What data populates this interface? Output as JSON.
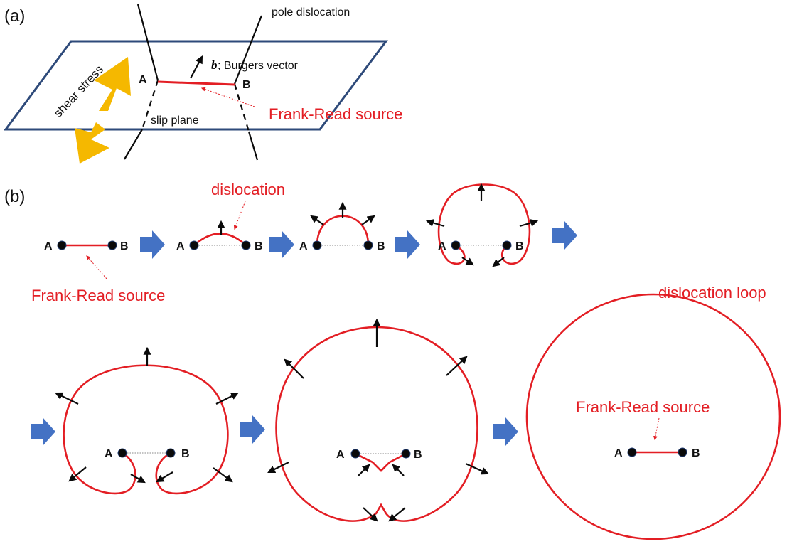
{
  "panel_a": {
    "label": "(a)",
    "pole_dislocation": "pole dislocation",
    "burgers_symbol": "b",
    "burgers_text": " ; Burgers vector",
    "point_a": "A",
    "point_b": "B",
    "shear_stress": "shear stress",
    "slip_plane": "slip plane",
    "frank_read": "Frank-Read source"
  },
  "panel_b": {
    "label": "(b)",
    "dislocation": "dislocation",
    "frank_read_1": "Frank-Read source",
    "dislocation_loop": "dislocation loop",
    "frank_read_2": "Frank-Read source",
    "point_a": "A",
    "point_b": "B"
  },
  "colors": {
    "dislocation": "#e31e24",
    "stage_arrow": "#4472c4",
    "shear_arrow": "#f5b800",
    "plane_outline": "#2e4a7a"
  }
}
